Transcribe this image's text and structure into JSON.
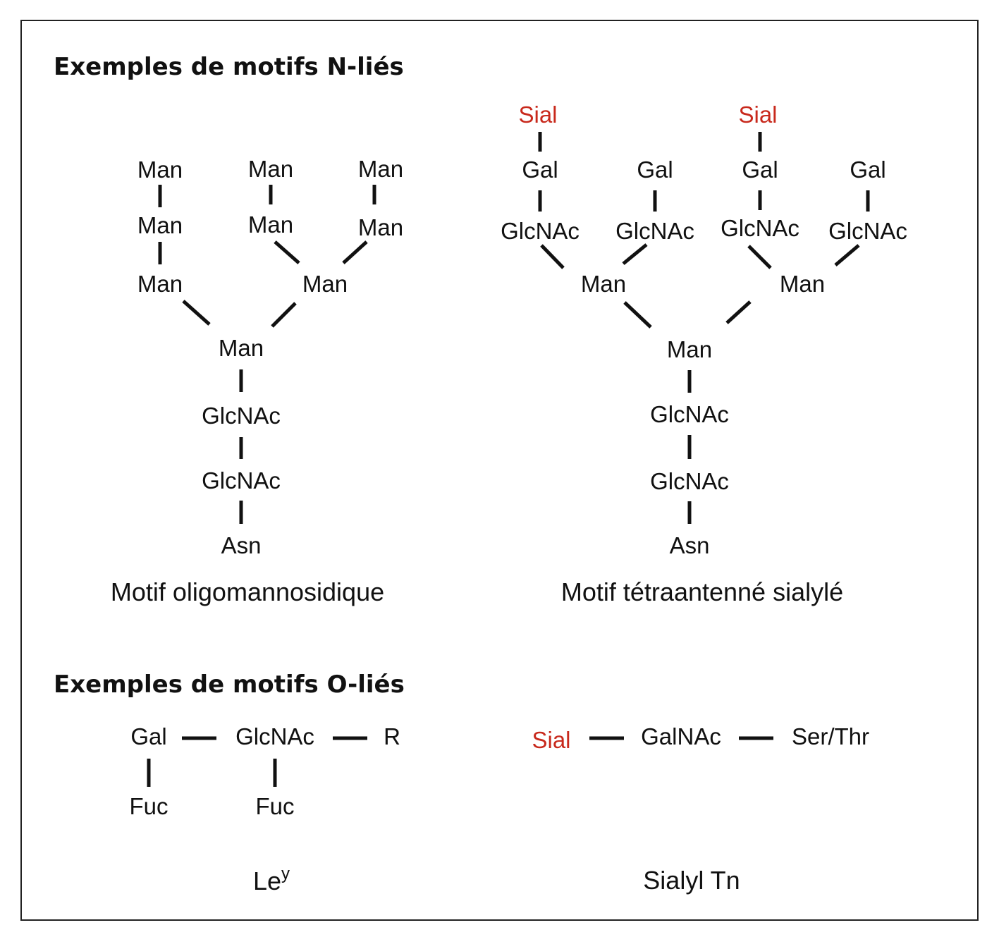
{
  "headings": {
    "n_linked": "Exemples de motifs N-liés",
    "o_linked": "Exemples de motifs O-liés"
  },
  "colors": {
    "text": "#111111",
    "sialic_acid": "#c8291c"
  },
  "oligomannose": {
    "caption": "Motif oligomannosidique",
    "residues": {
      "man_a1": "Man",
      "man_a2": "Man",
      "man_a3": "Man",
      "man_b1": "Man",
      "man_b2": "Man",
      "man_c1": "Man",
      "man_c2": "Man",
      "man_bc": "Man",
      "man_core": "Man",
      "glcnac_1": "GlcNAc",
      "glcnac_2": "GlcNAc",
      "asn": "Asn"
    }
  },
  "tetraantennary": {
    "caption": "Motif tétraantenné sialylé",
    "residues": {
      "sial_1": "Sial",
      "sial_3": "Sial",
      "gal_1": "Gal",
      "gal_2": "Gal",
      "gal_3": "Gal",
      "gal_4": "Gal",
      "glcnac_a1": "GlcNAc",
      "glcnac_a2": "GlcNAc",
      "glcnac_a3": "GlcNAc",
      "glcnac_a4": "GlcNAc",
      "man_left": "Man",
      "man_right": "Man",
      "man_core": "Man",
      "glcnac_1": "GlcNAc",
      "glcnac_2": "GlcNAc",
      "asn": "Asn"
    }
  },
  "lewis_y": {
    "caption": "Le",
    "caption_sup": "y",
    "residues": {
      "gal": "Gal",
      "glcnac": "GlcNAc",
      "r": "R",
      "fuc_1": "Fuc",
      "fuc_2": "Fuc"
    }
  },
  "sialyl_tn": {
    "caption": "Sialyl Tn",
    "residues": {
      "sial": "Sial",
      "galnac": "GalNAc",
      "ser_thr": "Ser/Thr"
    }
  }
}
